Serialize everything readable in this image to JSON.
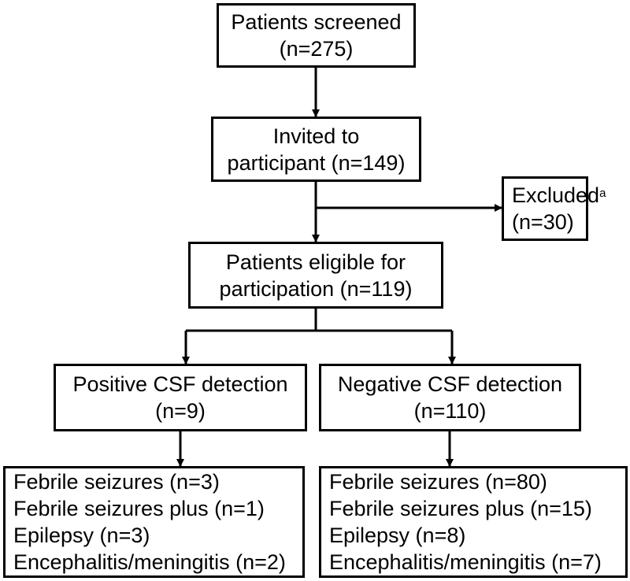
{
  "nodes": {
    "screened": {
      "lines": [
        "Patients screened",
        "(n=275)"
      ]
    },
    "invited": {
      "lines": [
        "Invited to",
        "participant (n=149)"
      ]
    },
    "excluded": {
      "lines": [
        "Excluded",
        "(n=30)"
      ],
      "superscript": "a"
    },
    "eligible": {
      "lines": [
        "Patients eligible for",
        "participation (n=119)"
      ]
    },
    "positive": {
      "lines": [
        "Positive CSF detection",
        "(n=9)"
      ]
    },
    "negative": {
      "lines": [
        "Negative CSF detection",
        "(n=110)"
      ]
    },
    "positive_breakdown": {
      "lines": [
        "Febrile seizures (n=3)",
        "Febrile seizures plus (n=1)",
        "Epilepsy (n=3)",
        "Encephalitis/meningitis (n=2)"
      ]
    },
    "negative_breakdown": {
      "lines": [
        "Febrile seizures (n=80)",
        "Febrile seizures plus (n=15)",
        "Epilepsy (n=8)",
        "Encephalitis/meningitis (n=7)"
      ]
    }
  },
  "edges": [
    {
      "from": "screened",
      "to": "invited"
    },
    {
      "from": "invited",
      "to": "eligible"
    },
    {
      "from": "invited",
      "to": "excluded"
    },
    {
      "from": "eligible",
      "to": "positive"
    },
    {
      "from": "eligible",
      "to": "negative"
    },
    {
      "from": "positive",
      "to": "positive_breakdown"
    },
    {
      "from": "negative",
      "to": "negative_breakdown"
    }
  ],
  "colors": {
    "stroke": "#000000",
    "background": "#ffffff"
  }
}
